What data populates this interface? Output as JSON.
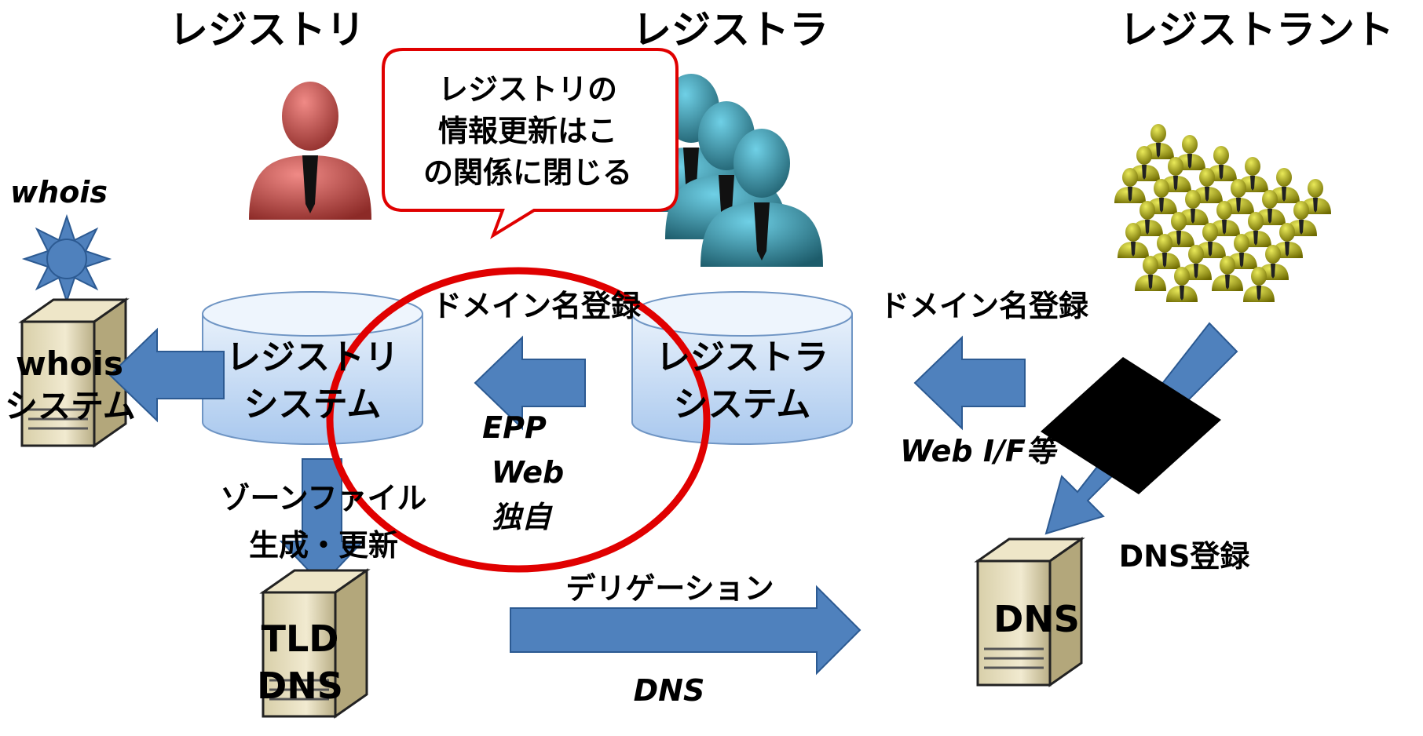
{
  "headings": {
    "registry": "レジストリ",
    "registrar": "レジストラ",
    "registrant": "レジストラント"
  },
  "callout": {
    "line1": "レジストリの",
    "line2": "情報更新はこ",
    "line3": "の関係に閉じる"
  },
  "whois": {
    "label": "whois",
    "system_line1": "whois",
    "system_line2": "システム"
  },
  "registry_system": {
    "line1": "レジストリ",
    "line2": "システム"
  },
  "registrar_system": {
    "line1": "レジストラ",
    "line2": "システム"
  },
  "domain_registration_left": "ドメイン名登録",
  "domain_registration_right": "ドメイン名登録",
  "protocols": {
    "epp": "EPP",
    "web": "Web",
    "proprietary": "独自"
  },
  "web_if": "Web I/F等",
  "zone": {
    "line1": "ゾーンファイル",
    "line2": "生成・更新"
  },
  "tld_dns": {
    "line1": "TLD",
    "line2": "DNS"
  },
  "delegation": "デリゲーション",
  "dns_protocol": "DNS",
  "dns_server": "DNS",
  "dns_registration": "DNS登録",
  "colors": {
    "arrow_blue": "#4f81bd",
    "arrow_stroke": "#2c5a92",
    "callout_red": "#e00000",
    "registry_person": "#c0504d",
    "registrar_person": "#31849b",
    "registrant_person": "#a6a000"
  }
}
